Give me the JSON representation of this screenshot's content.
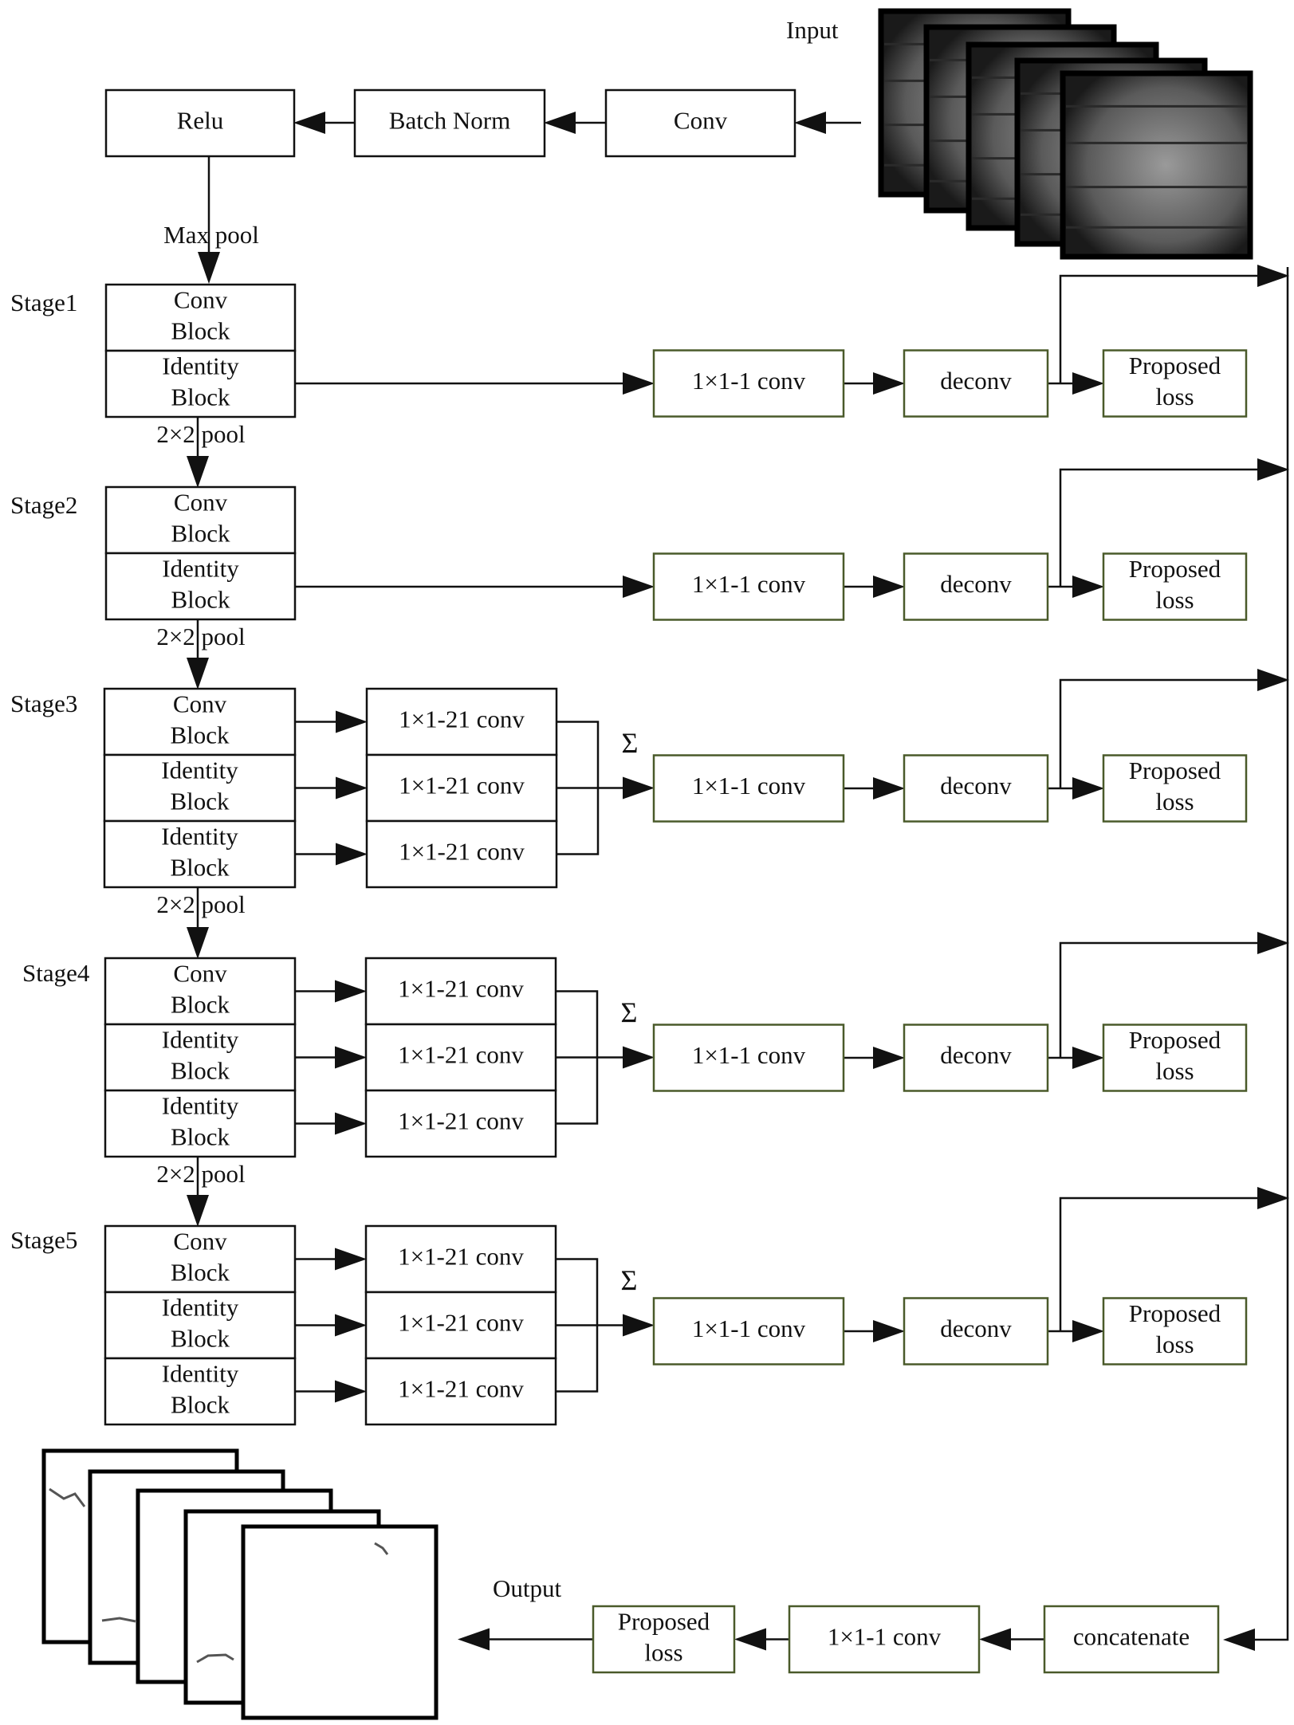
{
  "labels": {
    "input": "Input",
    "output": "Output",
    "max_pool": "Max pool",
    "pool_2x2": "2×2 pool",
    "sum": "Σ"
  },
  "stem": {
    "conv": "Conv",
    "batch_norm": "Batch Norm",
    "relu": "Relu"
  },
  "blocks": {
    "conv_block": [
      "Conv",
      "Block"
    ],
    "identity_block": [
      "Identity",
      "Block"
    ],
    "conv_1x1_21": "1×1-21 conv",
    "conv_1x1_1": "1×1-1 conv",
    "deconv": "deconv",
    "proposed_loss": [
      "Proposed",
      "loss"
    ]
  },
  "stages": [
    {
      "name": "Stage1",
      "side_convs": 0
    },
    {
      "name": "Stage2",
      "side_convs": 0
    },
    {
      "name": "Stage3",
      "side_convs": 3
    },
    {
      "name": "Stage4",
      "side_convs": 3
    },
    {
      "name": "Stage5",
      "side_convs": 3
    }
  ],
  "fusion": {
    "concatenate": "concatenate",
    "conv": "1×1-1 conv",
    "loss": [
      "Proposed",
      "loss"
    ]
  },
  "colors": {
    "stroke": "#111111",
    "green_stroke": "#4a5a2a",
    "background": "#ffffff"
  }
}
